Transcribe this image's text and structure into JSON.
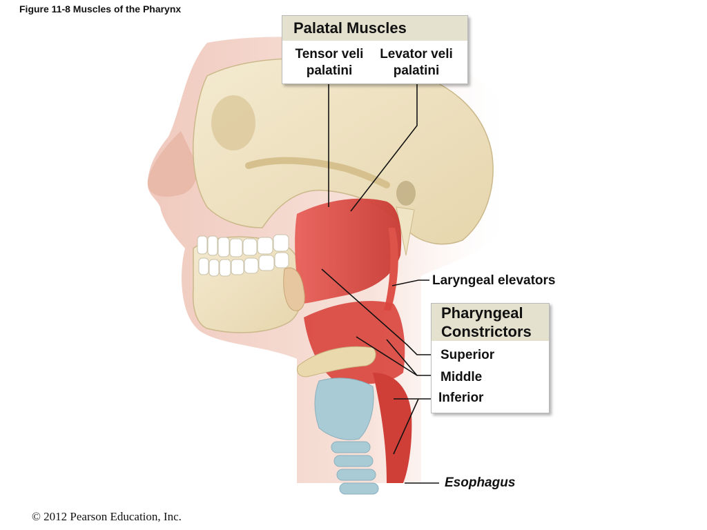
{
  "figure_title": "Figure 11-8  Muscles of the Pharynx",
  "copyright": "© 2012 Pearson Education, Inc.",
  "palatal_box": {
    "heading": "Palatal Muscles",
    "items": [
      "Tensor veli\npalatini",
      "Levator veli\npalatini"
    ]
  },
  "pharyngeal_box": {
    "heading": "Pharyngeal\nConstrictors",
    "items": [
      "Superior",
      "Middle",
      "Inferior"
    ]
  },
  "labels": {
    "laryngeal": "Laryngeal elevators",
    "esophagus": "Esophagus"
  },
  "colors": {
    "box_header": "#e4e1cf",
    "bone": "#efe4c4",
    "skin": "#f3d3c6",
    "muscle": "#d9473f",
    "cartilage": "#a9cbd6"
  }
}
